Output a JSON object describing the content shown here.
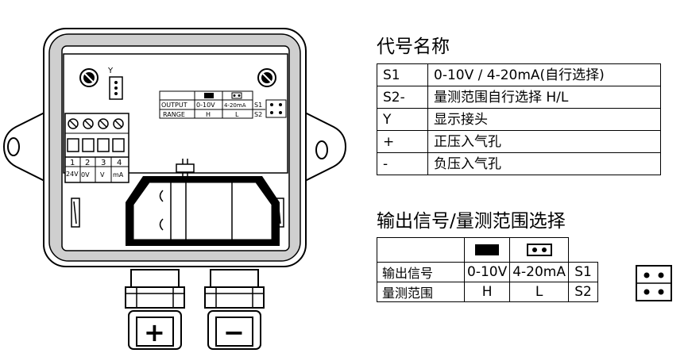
{
  "device": {
    "jumper_y_label": "Y",
    "output_label": "OUTPUT",
    "range_label": "RANGE",
    "output_voltage": "0-10V",
    "output_current": "4-20mA",
    "range_high": "H",
    "range_low": "L",
    "switch1": "S1",
    "switch2": "S2",
    "terminal_numbers": [
      "1",
      "2",
      "3",
      "4"
    ],
    "terminal_labels": [
      "24V",
      "0V",
      "V",
      "mA"
    ],
    "plus_port": "+",
    "minus_port": "−"
  },
  "code_table": {
    "title": "代号名称",
    "rows": [
      {
        "code": "S1",
        "desc": "0-10V / 4-20mA(自行选择)"
      },
      {
        "code": "S2-",
        "desc": "量测范围自行选择 H/L"
      },
      {
        "code": "Y",
        "desc": "显示接头"
      },
      {
        "code": "+",
        "desc": "正压入气孔"
      },
      {
        "code": "-",
        "desc": "负压入气孔"
      }
    ]
  },
  "selection_table": {
    "title": "输出信号/量测范围选择",
    "row_output": {
      "label": "输出信号",
      "col1": "0-10V",
      "col2": "4-20mA",
      "switch": "S1"
    },
    "row_range": {
      "label": "量测范围",
      "col1": "H",
      "col2": "L",
      "switch": "S2"
    }
  }
}
